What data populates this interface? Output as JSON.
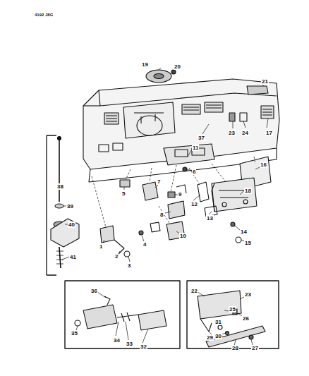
{
  "diagram": {
    "labels": [
      "4192 J8G",
      "20",
      "19",
      "21",
      "17",
      "24",
      "23",
      "37",
      "38",
      "11",
      "6",
      "16",
      "18",
      "5",
      "7",
      "8",
      "9",
      "12",
      "13",
      "14",
      "15",
      "10",
      "1",
      "2",
      "3",
      "4",
      "39",
      "40",
      "41",
      "36",
      "35",
      "34",
      "33",
      "32",
      "22",
      "23",
      "25",
      "26",
      "31",
      "30",
      "29",
      "28",
      "27"
    ]
  }
}
